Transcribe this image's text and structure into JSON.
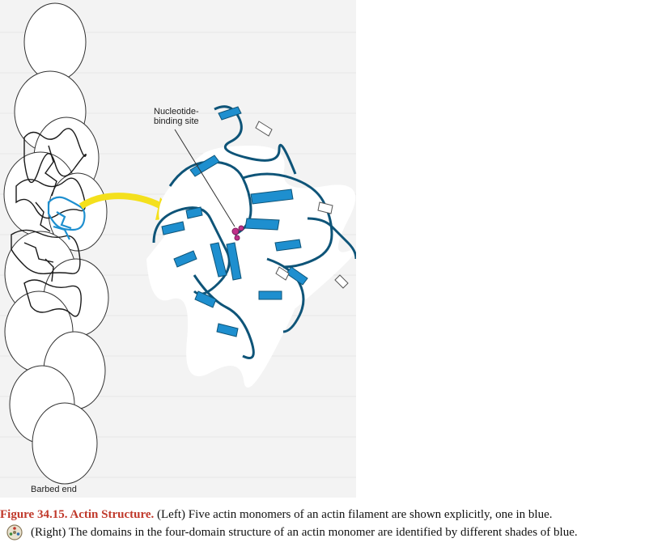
{
  "figure": {
    "label_nucleotide_site_line1": "Nucleotide-",
    "label_nucleotide_site_line2": "binding site",
    "label_barbed_end": "Barbed end",
    "colors": {
      "accent_blue": "#1e8fcf",
      "dark_blue": "#0e5478",
      "arrow_yellow": "#f4e01c",
      "nucleotide": "#c0308a",
      "caption_label": "#c0392b"
    }
  },
  "caption": {
    "label": "Figure 34.15. Actin Structure.",
    "text_line1": " (Left) Five actin monomers of an actin filament are shown explicitly, one in blue.",
    "text_line2": "(Right) The domains in the four-domain structure of an actin monomer are identified by different shades of blue.",
    "icon": "media-reel-icon"
  }
}
